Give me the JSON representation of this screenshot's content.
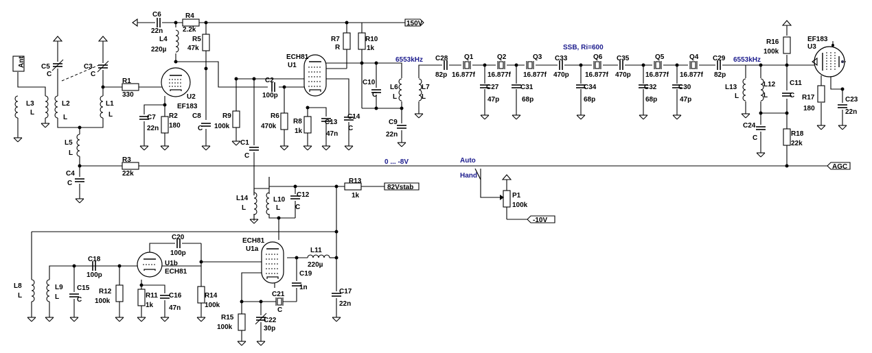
{
  "nets": {
    "b150": "150V",
    "ant": "Ant",
    "agc": "AGC",
    "v82": "82Vstab",
    "vm10": "-10V"
  },
  "notes": {
    "f1": "6553kHz",
    "f2": "6553kHz",
    "ssb": "SSB, Ri=600",
    "range": "0 ... -8V",
    "auto": "Auto",
    "hand": "Hand"
  },
  "tubes": {
    "u2_name": "U2",
    "u2_type": "EF183",
    "u1_name": "U1",
    "u1_type": "ECH81",
    "u3_name": "U3",
    "u3_type": "EF183",
    "u1a_name": "U1a",
    "u1a_type": "ECH81",
    "u1b_name": "U1b",
    "u1b_type": "ECH81"
  },
  "parts": {
    "C6": [
      "C6",
      "22n"
    ],
    "R4": [
      "R4",
      "2.2k"
    ],
    "L4": [
      "L4",
      "220µ"
    ],
    "R5": [
      "R5",
      "47k"
    ],
    "C5": [
      "C5",
      "C"
    ],
    "C3": [
      "C3",
      "C"
    ],
    "L3": [
      "L3",
      "L"
    ],
    "L2": [
      "L2",
      "L"
    ],
    "L1": [
      "L1",
      "L"
    ],
    "R1": [
      "R1",
      "330"
    ],
    "L5": [
      "L5",
      "L"
    ],
    "C4": [
      "C4",
      "C"
    ],
    "R3": [
      "R3",
      "22k"
    ],
    "C7": [
      "C7",
      "22n"
    ],
    "R2": [
      "R2",
      "180"
    ],
    "C8": [
      "C8",
      "C"
    ],
    "R9": [
      "R9",
      "100k"
    ],
    "C2": [
      "C2",
      "100p"
    ],
    "R6": [
      "R6",
      "470k"
    ],
    "R8": [
      "R8",
      "1k"
    ],
    "C13": [
      "C13",
      "47n"
    ],
    "C14": [
      "C14",
      "C"
    ],
    "C1": [
      "C1",
      "C"
    ],
    "R7": [
      "R7",
      "R"
    ],
    "R10": [
      "R10",
      "1k"
    ],
    "C10": [
      "C10",
      "C"
    ],
    "L6": [
      "L6",
      "L"
    ],
    "C9": [
      "C9",
      "22n"
    ],
    "L7": [
      "L7",
      "L"
    ],
    "C28": [
      "C28",
      "82p"
    ],
    "Q1": [
      "Q1",
      "16.877f"
    ],
    "C27": [
      "C27",
      "47p"
    ],
    "Q2": [
      "Q2",
      "16.877f"
    ],
    "C31": [
      "C31",
      "68p"
    ],
    "Q3": [
      "Q3",
      "16.877f"
    ],
    "C33": [
      "C33",
      "470p"
    ],
    "C34": [
      "C34",
      "68p"
    ],
    "Q6": [
      "Q6",
      "16.877f"
    ],
    "C35": [
      "C35",
      "470p"
    ],
    "C32": [
      "C32",
      "68p"
    ],
    "Q5": [
      "Q5",
      "16.877f"
    ],
    "C30": [
      "C30",
      "47p"
    ],
    "Q4": [
      "Q4",
      "16.877f"
    ],
    "C29": [
      "C29",
      "82p"
    ],
    "L13": [
      "L13",
      "L"
    ],
    "L12": [
      "L12",
      "L"
    ],
    "C11": [
      "C11",
      "C"
    ],
    "R16": [
      "R16",
      "100k"
    ],
    "R17": [
      "R17",
      "180"
    ],
    "C23": [
      "C23",
      "22n"
    ],
    "C24": [
      "C24",
      "C"
    ],
    "R18": [
      "R18",
      "22k"
    ],
    "P1": [
      "P1",
      "100k"
    ],
    "L14": [
      "L14",
      "L"
    ],
    "L10": [
      "L10",
      "L"
    ],
    "C12": [
      "C12",
      "C"
    ],
    "R13": [
      "R13",
      "1k"
    ],
    "C20": [
      "C20",
      "100p"
    ],
    "L11": [
      "L11",
      "220µ"
    ],
    "C18": [
      "C18",
      "100p"
    ],
    "L8": [
      "L8",
      "L"
    ],
    "L9": [
      "L9",
      "L"
    ],
    "C15": [
      "C15",
      "C"
    ],
    "R12": [
      "R12",
      "100k"
    ],
    "R11": [
      "R11",
      "1k"
    ],
    "C16": [
      "C16",
      "47n"
    ],
    "R14": [
      "R14",
      "100k"
    ],
    "C19": [
      "C19",
      "1n"
    ],
    "C17": [
      "C17",
      "22n"
    ],
    "C21": [
      "C21",
      "C"
    ],
    "R15": [
      "R15",
      "100k"
    ],
    "C22": [
      "C22",
      "30p"
    ]
  }
}
